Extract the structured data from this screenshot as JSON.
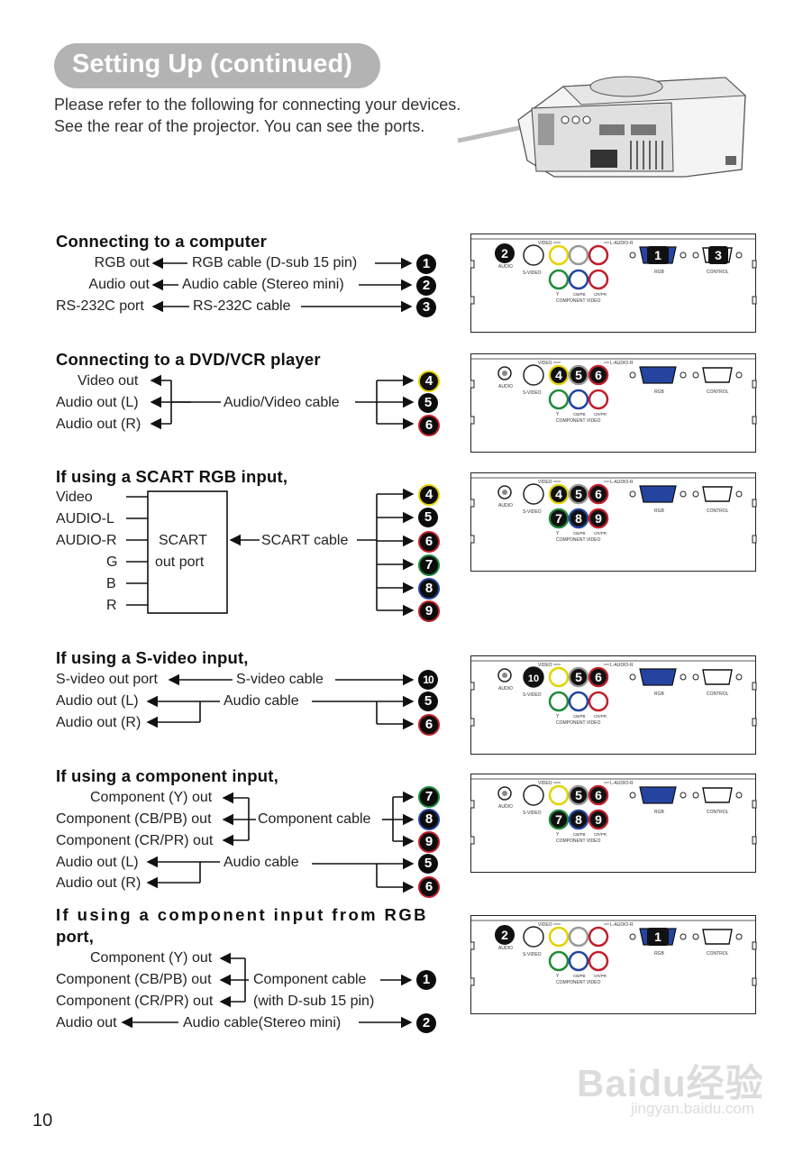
{
  "header": {
    "title": "Setting Up (continued)",
    "intro_line1": "Please refer to the following for connecting your devices.",
    "intro_line2": "See the rear of the projector. You can see the ports."
  },
  "projector_image": {
    "icon": "projector-rear-illustration"
  },
  "panel_labels": {
    "video": "VIDEO",
    "audio_lr": "L-AUDIO-R",
    "audio": "AUDIO",
    "svideo": "S-VIDEO",
    "rgb": "RGB",
    "control": "CONTROL",
    "component": "COMPONENT VIDEO",
    "y": "Y",
    "cb": "CB/PB",
    "cr": "CR/PR"
  },
  "sections": {
    "computer": {
      "heading": "Connecting to a computer",
      "rows": [
        {
          "left": "RGB out",
          "cable": "RGB cable (D-sub 15 pin)",
          "num": "1"
        },
        {
          "left": "Audio out",
          "cable": "Audio cable (Stereo mini)",
          "num": "2"
        },
        {
          "left": "RS-232C port",
          "cable": "RS-232C cable",
          "num": "3"
        }
      ]
    },
    "dvd": {
      "heading": "Connecting to a DVD/VCR player",
      "rows": [
        "Video out",
        "Audio out (L)",
        "Audio out (R)"
      ],
      "cable": "Audio/Video cable",
      "nums": [
        "4",
        "5",
        "6"
      ]
    },
    "scart": {
      "heading": "If using a SCART RGB input,",
      "pins": [
        "Video",
        "AUDIO-L",
        "AUDIO-R",
        "G",
        "B",
        "R"
      ],
      "box_line1": "SCART",
      "box_line2": "out port",
      "cable": "SCART cable",
      "nums": [
        "4",
        "5",
        "6",
        "7",
        "8",
        "9"
      ]
    },
    "svideo": {
      "heading": "If using a S-video input,",
      "rows": [
        "S-video out port",
        "Audio out (L)",
        "Audio out (R)"
      ],
      "cable1": "S-video cable",
      "cable2": "Audio cable",
      "nums": [
        "10",
        "5",
        "6"
      ]
    },
    "component": {
      "heading": "If using a component input,",
      "rows": [
        "Component (Y) out",
        "Component (CB/PB) out",
        "Component (CR/PR) out",
        "Audio out (L)",
        "Audio out (R)"
      ],
      "cable1": "Component cable",
      "cable2": "Audio cable",
      "nums": [
        "7",
        "8",
        "9",
        "5",
        "6"
      ]
    },
    "component_rgb": {
      "heading_line1": "If using a component input from RGB",
      "heading_line2": "port,",
      "rows": [
        "Component (Y) out",
        "Component (CB/PB) out",
        "Component (CR/PR) out",
        "Audio out"
      ],
      "cable1_line1": "Component cable",
      "cable1_line2": "(with D-sub 15 pin)",
      "cable2": "Audio cable(Stereo mini)",
      "nums": [
        "1",
        "2"
      ]
    }
  },
  "colors": {
    "yellow": "#e3d300",
    "green": "#1e8a3a",
    "blue": "#2444a0",
    "red": "#c0202a",
    "title_bg": "#b3b3b3"
  },
  "footer": {
    "page_number": "10",
    "watermark": "Baidu经验",
    "watermark_url": "jingyan.baidu.com"
  }
}
